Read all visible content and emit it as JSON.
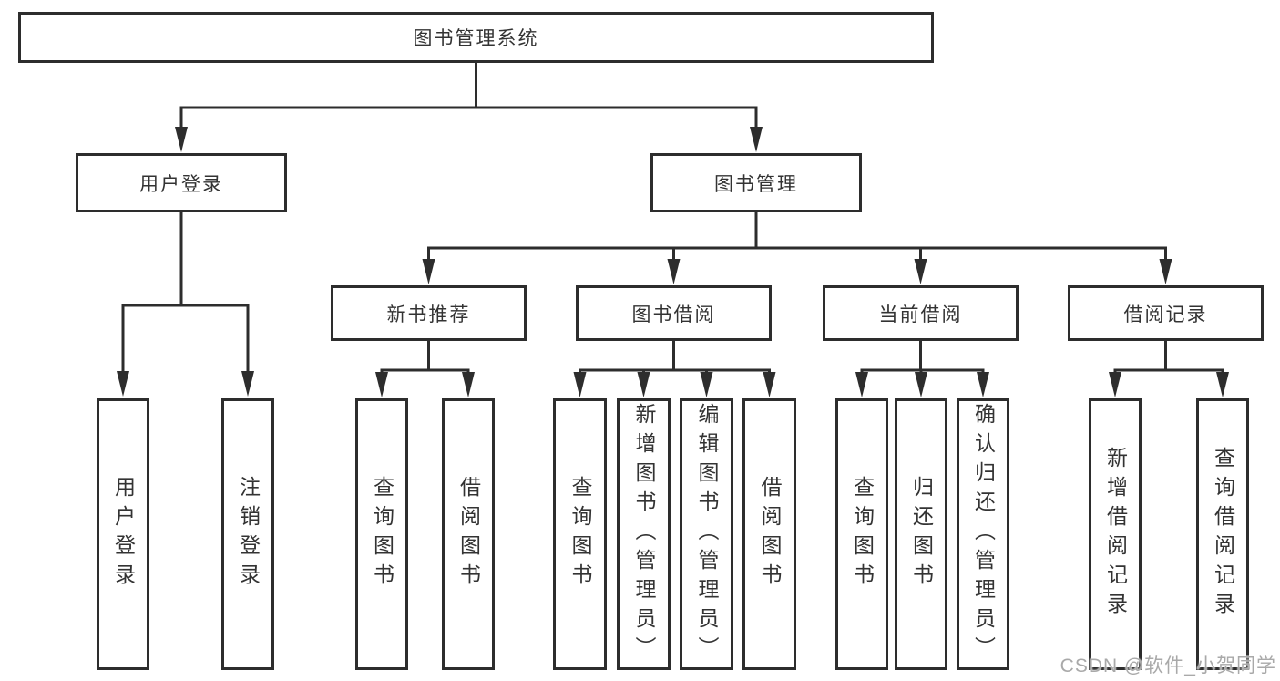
{
  "watermark": "CSDN @软件_小贺同学",
  "colors": {
    "line": "#2d2d2d",
    "text": "#333333",
    "background": "#ffffff",
    "watermark": "#a9a9a9"
  },
  "tree": {
    "root": {
      "label": "图书管理系统"
    },
    "branches": [
      {
        "label": "用户登录",
        "children": [
          {
            "label": "用户登录"
          },
          {
            "label": "注销登录"
          }
        ]
      },
      {
        "label": "图书管理",
        "children": [
          {
            "label": "新书推荐",
            "children": [
              {
                "label": "查询图书"
              },
              {
                "label": "借阅图书"
              }
            ]
          },
          {
            "label": "图书借阅",
            "children": [
              {
                "label": "查询图书"
              },
              {
                "label": "新增图书（管理员）"
              },
              {
                "label": "编辑图书（管理员）"
              },
              {
                "label": "借阅图书"
              }
            ]
          },
          {
            "label": "当前借阅",
            "children": [
              {
                "label": "查询图书"
              },
              {
                "label": "归还图书"
              },
              {
                "label": "确认归还（管理员）"
              }
            ]
          },
          {
            "label": "借阅记录",
            "children": [
              {
                "label": "新增借阅记录"
              },
              {
                "label": "查询借阅记录"
              }
            ]
          }
        ]
      }
    ]
  }
}
